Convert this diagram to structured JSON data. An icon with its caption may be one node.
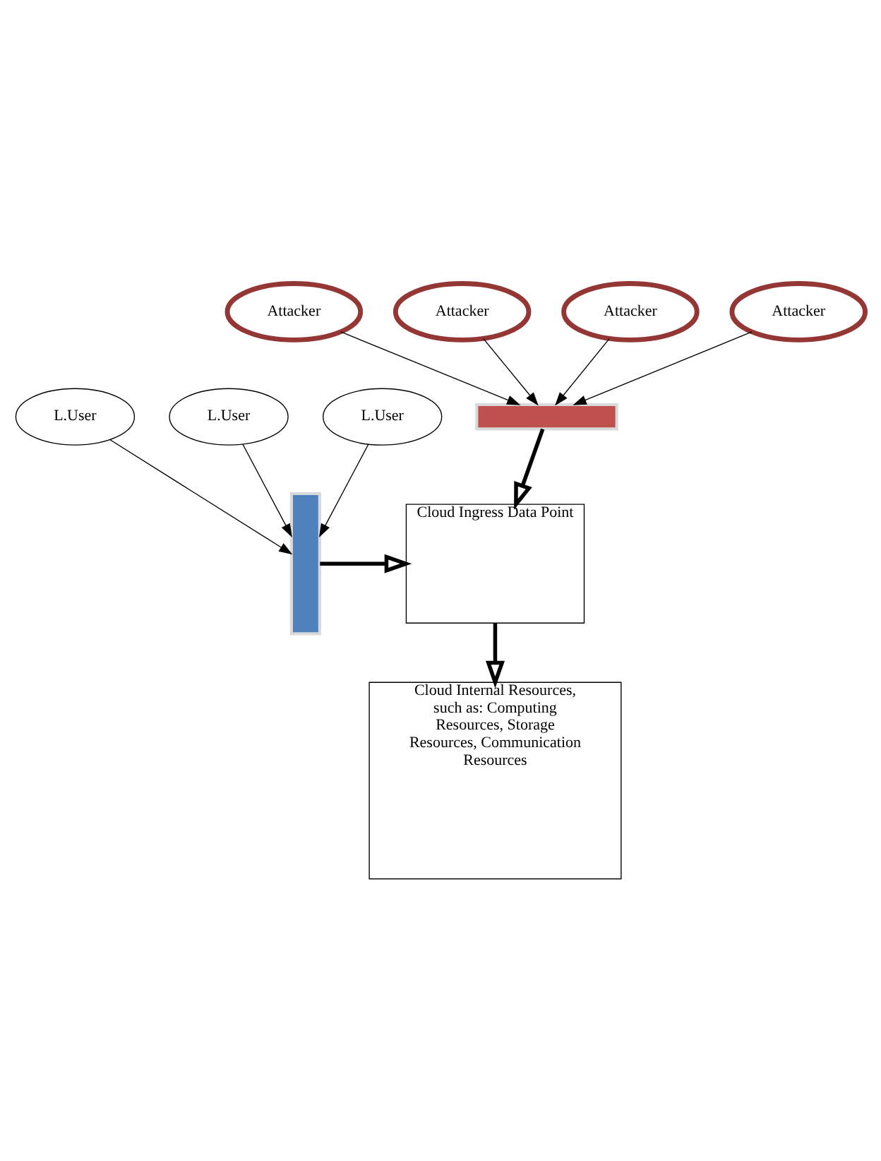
{
  "diagram": {
    "nodes": [
      {
        "text": [
          "Attacker"
        ]
      },
      {
        "text": [
          "Attacker"
        ]
      },
      {
        "text": [
          "Attacker"
        ]
      },
      {
        "text": [
          "Attacker"
        ]
      },
      {
        "text": [],
        "shape": "bar"
      },
      {
        "text": [
          "Cloud Ingress Data Point"
        ]
      },
      {
        "text": [
          "L.User"
        ]
      },
      {
        "text": [
          "L.User"
        ]
      },
      {
        "text": [
          "L.User"
        ]
      },
      {
        "text": [],
        "shape": "bar"
      },
      {
        "text": [
          "Cloud Internal Resources, such as: Computing Resources, Storage Resources, Communication Resources"
        ]
      }
    ],
    "edges": [
      {
        "from": 0,
        "to": 4,
        "arrow": "to"
      },
      {
        "from": 1,
        "to": 4,
        "arrow": "to"
      },
      {
        "from": 2,
        "to": 4,
        "arrow": "to"
      },
      {
        "from": 3,
        "to": 4,
        "arrow": "to"
      },
      {
        "from": 4,
        "to": 5,
        "arrow": "to",
        "style": "thick"
      },
      {
        "from": 6,
        "to": 9,
        "arrow": "to"
      },
      {
        "from": 7,
        "to": 9,
        "arrow": "to"
      },
      {
        "from": 8,
        "to": 9,
        "arrow": "to"
      },
      {
        "from": 9,
        "to": 5,
        "arrow": "to",
        "style": "thick"
      },
      {
        "from": 5,
        "to": 10,
        "arrow": "to",
        "style": "thick"
      }
    ]
  }
}
